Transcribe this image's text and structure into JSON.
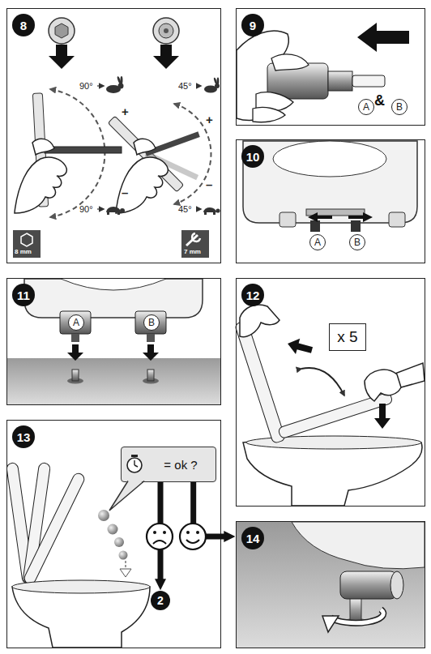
{
  "diagram": {
    "nodes": [
      {
        "text": [
          "8"
        ]
      },
      {
        "text": [
          "9"
        ]
      },
      {
        "text": [
          "A"
        ],
        "in": 1
      },
      {
        "text": [
          "B"
        ],
        "in": 1
      },
      {
        "text": [
          "10"
        ]
      },
      {
        "text": [
          "A"
        ],
        "in": 4
      },
      {
        "text": [
          "B"
        ],
        "in": 4
      },
      {
        "text": [
          "11"
        ]
      },
      {
        "text": [
          "A"
        ],
        "in": 7
      },
      {
        "text": [
          "B"
        ],
        "in": 7
      },
      {
        "text": [
          "12"
        ]
      },
      {
        "text": [
          "x 5"
        ],
        "in": 10
      },
      {
        "text": [
          "13"
        ]
      },
      {
        "text": [
          "= ok ?"
        ],
        "in": 12
      },
      {
        "text": [
          "2"
        ],
        "in": 12
      },
      {
        "text": [
          "14"
        ]
      }
    ],
    "edges": [
      {
        "from": 13,
        "to": 14,
        "arrow": "to"
      },
      {
        "from": 13,
        "to": 15,
        "arrow": "to"
      }
    ],
    "labels": [
      "90°",
      "+",
      "–",
      "90°",
      "45°",
      "+",
      "–",
      "45°",
      "8 mm",
      "7 mm",
      "&"
    ]
  }
}
